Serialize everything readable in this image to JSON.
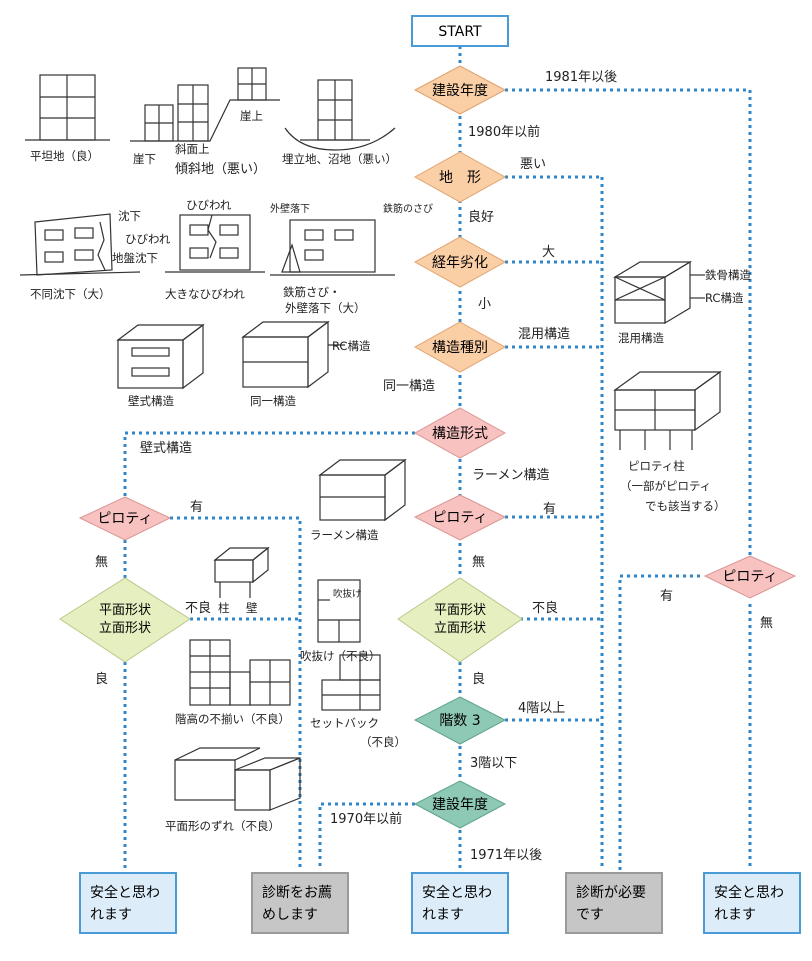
{
  "start": {
    "label": "START"
  },
  "decisions": {
    "construction_year": "建設年度",
    "terrain": "地　形",
    "deterioration": "経年劣化",
    "structure_type": "構造種別",
    "structure_form": "構造形式",
    "piloti_wall": "ピロティ",
    "piloti_rahmen": "ピロティ",
    "piloti_mixed": "ピロティ",
    "shape_left_1": "平面形状",
    "shape_left_2": "立面形状",
    "shape_mid_1": "平面形状",
    "shape_mid_2": "立面形状",
    "floors": "階数 3",
    "year_check": "建設年度"
  },
  "edge_labels": {
    "after_1981": "1981年以後",
    "before_1980": "1980年以前",
    "bad": "悪い",
    "good": "良好",
    "large": "大",
    "small": "小",
    "mixed": "混用構造",
    "same": "同一構造",
    "wall_type": "壁式構造",
    "rahmen": "ラーメン構造",
    "has_left": "有",
    "none_left": "無",
    "poor_left": "不良",
    "ok_left": "良",
    "has_mid": "有",
    "none_mid": "無",
    "poor_mid": "不良",
    "ok_mid": "良",
    "four_plus": "4階以上",
    "three_less": "3階以下",
    "before_1970": "1970年以前",
    "after_1971": "1971年以後",
    "has_right": "有",
    "none_right": "無"
  },
  "outcomes": {
    "safe_1": "安全と思われます",
    "recommend": "診断をお薦めします",
    "safe_2": "安全と思われます",
    "needed": "診断が必要です",
    "safe_3": "安全と思われます"
  },
  "illustrations": {
    "flat": "平坦地（良）",
    "cliff_bottom": "崖下",
    "slope_top": "斜面上",
    "cliff_top": "崖上",
    "slope_bad": "傾斜地（悪い）",
    "landfill": "埋立地、沼地（悪い）",
    "subsidence_1": "沈下",
    "subsidence_2": "ひびわれ",
    "subsidence_3": "地盤沈下",
    "uneven": "不同沈下（大）",
    "crack_label": "ひびわれ",
    "big_crack": "大きなひびわれ",
    "wall_fall": "外壁落下",
    "rebar_rust": "鉄筋のさび",
    "rust_fall_1": "鉄筋さび・",
    "rust_fall_2": "外壁落下（大）",
    "wall_structure": "壁式構造",
    "rc_structure": "RC構造",
    "same_structure": "同一構造",
    "steel_frame": "鉄骨構造",
    "rc_structure_2": "RC構造",
    "mixed_structure": "混用構造",
    "rahmen_structure": "ラーメン構造",
    "piloti_col_1": "ピロティ柱",
    "piloti_col_2": "（一部がピロティ",
    "piloti_col_3": "でも該当する）",
    "column": "柱",
    "wall": "壁",
    "atrium_tag": "吹抜け",
    "atrium": "吹抜け（不良）",
    "uneven_height": "階高の不揃い（不良）",
    "setback": "セットバック",
    "setback_bad": "（不良）",
    "plan_shift": "平面形のずれ（不良）"
  },
  "colors": {
    "orange_diamond": "#fbcfa6",
    "pink_diamond": "#f8c2c0",
    "yellow_diamond": "#e6efc0",
    "teal_diamond": "#8ec9b5",
    "blue_box": "#dcedf9",
    "blue_border": "#4a9ad5",
    "gray_box": "#c6c6c6",
    "dotted": "#2f86c8"
  }
}
